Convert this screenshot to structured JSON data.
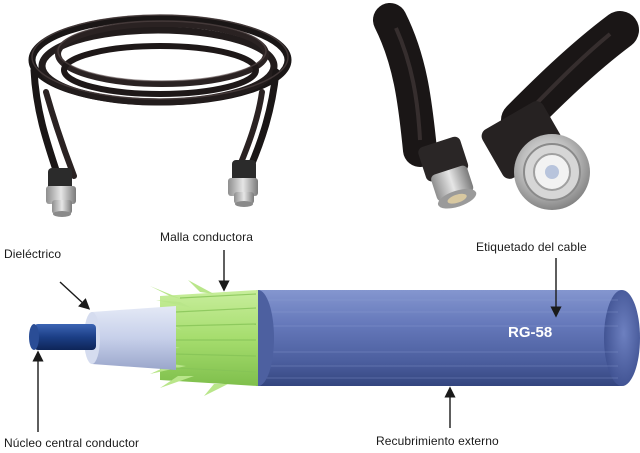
{
  "labels": {
    "dielectric": "Dieléctrico",
    "conductive_mesh": "Malla conductora",
    "cable_labeling": "Etiquetado del cable",
    "central_core": "Núcleo central conductor",
    "outer_jacket": "Recubrimiento externo"
  },
  "cable_marking": "RG-58",
  "colors": {
    "jacket": "#5a6fb0",
    "mesh": "#aee07a",
    "dielectric": "#c9d2ea",
    "core": "#1c3f86",
    "cable_photo": "#1a1616",
    "connector": "#b9b9b9"
  },
  "icons": [
    "coaxial-cable-coil-photo",
    "bnc-connector-closeup-photo",
    "coaxial-cable-cross-section"
  ]
}
